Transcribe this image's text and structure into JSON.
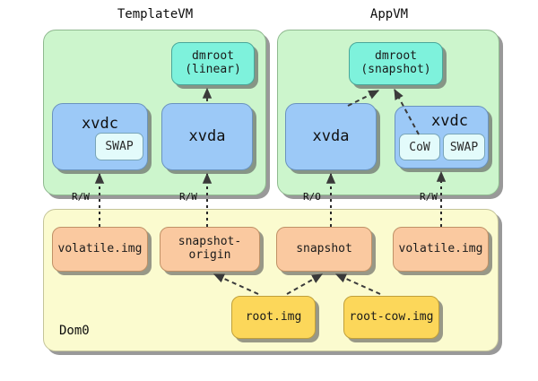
{
  "diagram": {
    "title_template_vm": "TemplateVM",
    "title_app_vm": "AppVM",
    "dom0_label": "Dom0"
  },
  "template_vm": {
    "name": "TemplateVM",
    "dmroot_line1": "dmroot",
    "dmroot_line2": "(linear)",
    "xvdc_label": "xvdc",
    "xvdc_swap": "SWAP",
    "xvda_label": "xvda"
  },
  "app_vm": {
    "name": "AppVM",
    "dmroot_line1": "dmroot",
    "dmroot_line2": "(snapshot)",
    "xvda_label": "xvda",
    "xvdc_label": "xvdc",
    "xvdc_cow": "CoW",
    "xvdc_swap": "SWAP"
  },
  "dom0": {
    "label": "Dom0",
    "volatile_template": "volatile.img",
    "snapshot_origin": "snapshot-origin",
    "snapshot": "snapshot",
    "volatile_app": "volatile.img",
    "root_img": "root.img",
    "root_cow_img": "root-cow.img"
  },
  "connectors": [
    {
      "name": "template-xvdc-volatile",
      "label": "R/W"
    },
    {
      "name": "template-xvda-snapshot-origin",
      "label": "R/W"
    },
    {
      "name": "app-xvda-snapshot",
      "label": "R/O"
    },
    {
      "name": "app-xvdc-volatile",
      "label": "R/W"
    }
  ],
  "colors": {
    "vm_container": "#ccf5cc",
    "dom0_container": "#fbfbcf",
    "dmroot": "#7ef2dc",
    "device": "#9cc9f7",
    "subbox": "#e3fbfb",
    "salmon": "#fac9a0",
    "gold": "#fcd75a",
    "shadow": "#5a5a5a"
  }
}
